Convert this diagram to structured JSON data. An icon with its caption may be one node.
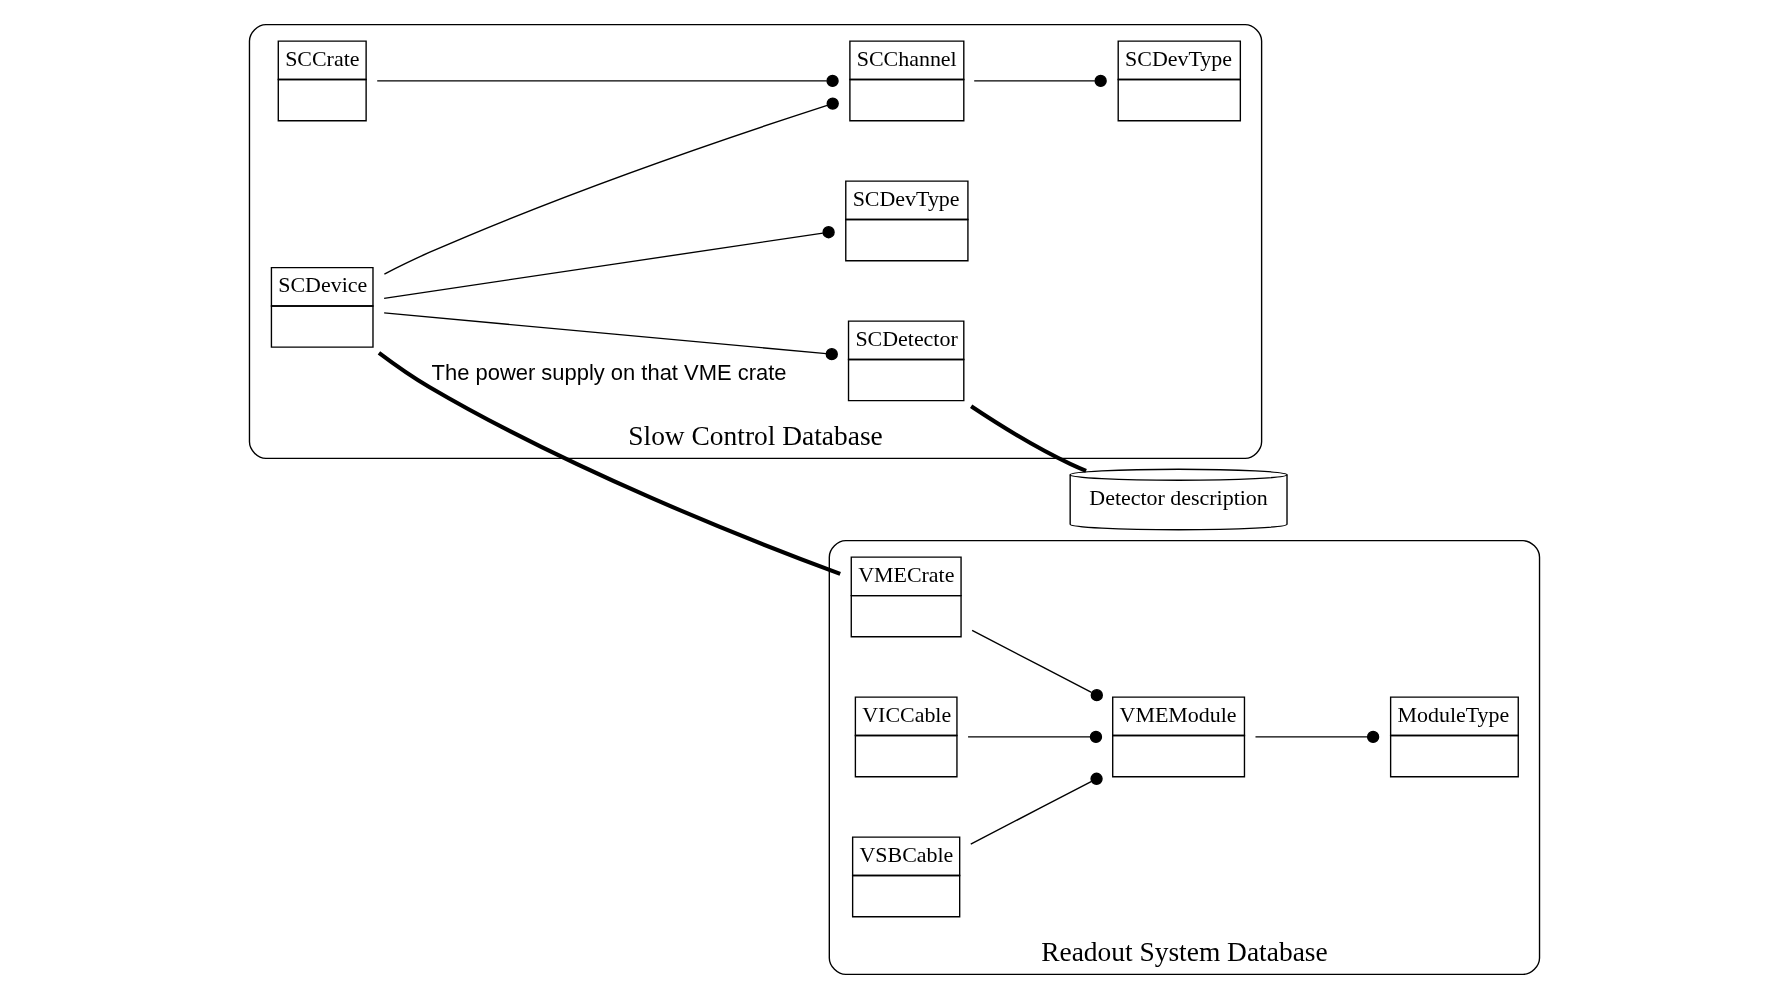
{
  "diagram": {
    "nodes": [
      {
        "text": [
          "Slow Control Database"
        ]
      },
      {
        "text": [
          "SCDevType"
        ],
        "in": 0
      },
      {
        "text": [
          "SCDevice"
        ],
        "in": 0
      },
      {
        "text": [
          "SCDevType"
        ],
        "in": 0
      },
      {
        "text": [
          "SCChannel"
        ],
        "in": 0
      },
      {
        "text": [
          "SCCrate"
        ],
        "in": 0
      },
      {
        "text": [
          "SCDetector"
        ],
        "in": 0
      },
      {
        "text": [
          "Readout System Database"
        ]
      },
      {
        "text": [
          "VMECrate"
        ],
        "in": 7
      },
      {
        "text": [
          "ModuleType"
        ],
        "in": 7
      },
      {
        "text": [
          "VICCable"
        ],
        "in": 7
      },
      {
        "text": [
          "VMEModule"
        ],
        "in": 7
      },
      {
        "text": [
          "VSBCable"
        ],
        "in": 7
      },
      {
        "text": [
          "Detector description"
        ]
      }
    ],
    "edges": [
      {
        "from": 2,
        "to": 1,
        "arrow": "other"
      },
      {
        "from": 2,
        "to": 4,
        "arrow": "other"
      },
      {
        "from": 4,
        "to": 3,
        "arrow": "other"
      },
      {
        "from": 5,
        "to": 4,
        "arrow": "other"
      },
      {
        "from": 2,
        "to": 6,
        "arrow": "other"
      },
      {
        "from": 6,
        "to": 13,
        "arrow": "none",
        "style": "thick"
      },
      {
        "from": 2,
        "to": 8,
        "arrow": "none",
        "style": "thick",
        "label": "The power supply on that VME crate"
      },
      {
        "from": 8,
        "to": 11,
        "arrow": "other"
      },
      {
        "from": 10,
        "to": 11,
        "arrow": "other"
      },
      {
        "from": 12,
        "to": 11,
        "arrow": "other"
      },
      {
        "from": 11,
        "to": 9,
        "arrow": "other"
      }
    ]
  }
}
